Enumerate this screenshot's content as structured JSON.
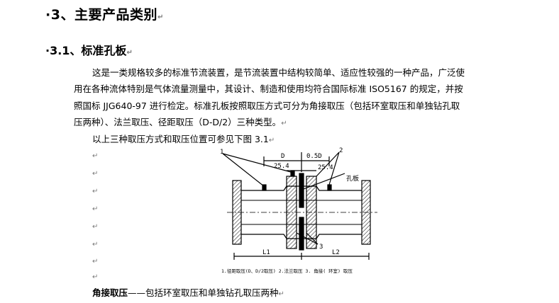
{
  "heading1": {
    "bullet": "·",
    "text": "3、主要产品类别"
  },
  "heading2": {
    "bullet": "·",
    "text": "3.1、标准孔板"
  },
  "paragraph": {
    "lines": [
      "这是一类规格较多的标准节流装置，是节流装置中结构较简单、适应性较强的一种产品，广泛使",
      "用在各种流体特别是气体流量测量中，其设计、制造和使用均符合国际标准 ISO5167 的规定，并按",
      "照国标  JJG640-97 进行检定。标准孔板按照取压方式可分为角接取压（包括环室取压和单独钻孔取",
      "压两种）、法兰取压、径距取压（D-D/2）三种类型。"
    ]
  },
  "figure_ref": "以上三种取压方式和取压位置可参见下图 3.1",
  "paragraph_mark": "↵",
  "diagram": {
    "labels": {
      "n1": "1",
      "n2": "2",
      "n3": "3",
      "D": "D",
      "half_D": "0.5D",
      "dim_left": "25.4",
      "dim_right": "25.4",
      "plate": "孔板",
      "L1": "L1",
      "L2": "L2"
    },
    "caption": "1.径距取压(D、D/2取压)   2.法兰取压   3. 角接( 环室) 取压"
  },
  "footer": {
    "bold": "角接取压",
    "rest": "——包括环室取压和单独钻孔取压两种"
  }
}
